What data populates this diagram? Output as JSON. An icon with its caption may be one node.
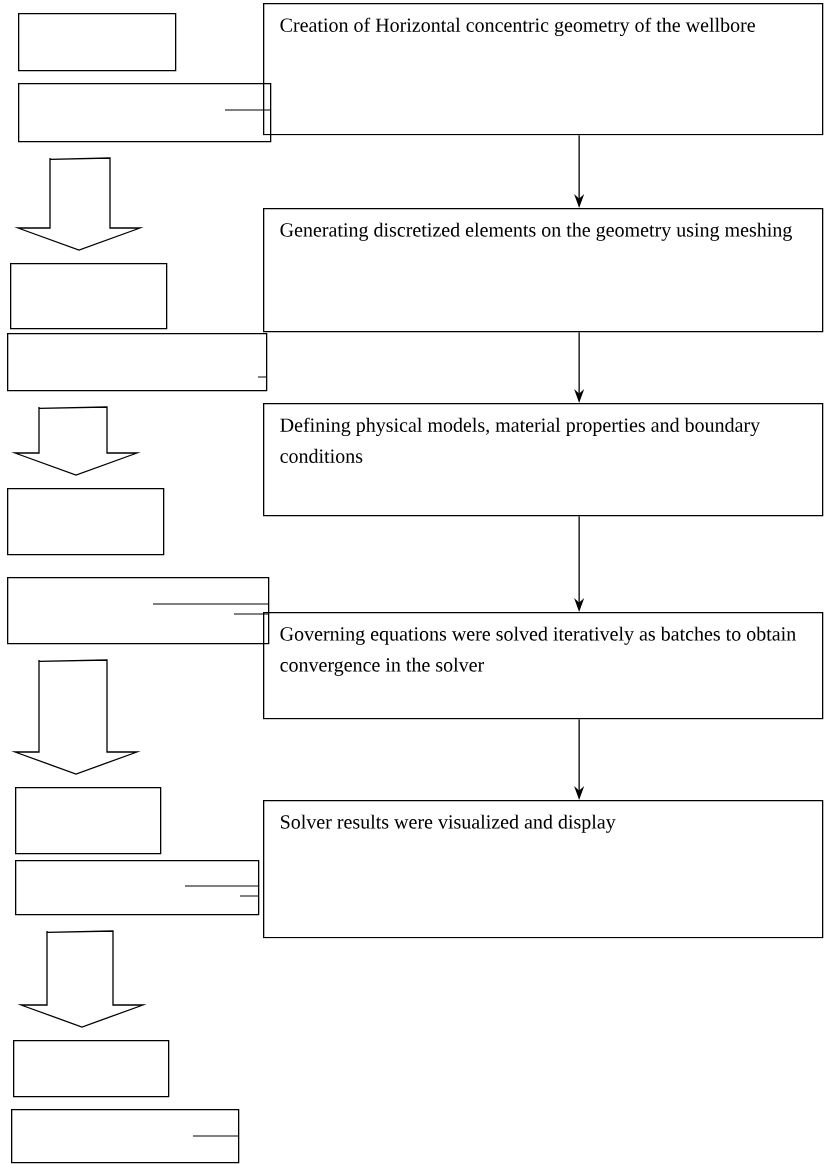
{
  "diagram": {
    "nodes": [
      {
        "text": [
          "Creation of Horizontal concentric geometry of the wellbore"
        ]
      },
      {
        "text": [
          "Generating discretized elements on the geometry using meshing"
        ]
      },
      {
        "text": [
          "Defining physical models, material properties and boundary conditions"
        ]
      },
      {
        "text": [
          "Governing equations were solved iteratively as batches to obtain convergence in the solver"
        ]
      },
      {
        "text": [
          "Solver results were visualized and display"
        ]
      },
      {
        "text": [],
        "shape": "box"
      },
      {
        "text": [],
        "shape": "box"
      },
      {
        "text": [],
        "shape": "box"
      },
      {
        "text": [],
        "shape": "box"
      },
      {
        "text": [],
        "shape": "box"
      },
      {
        "text": [],
        "shape": "box"
      },
      {
        "text": [],
        "shape": "box"
      },
      {
        "text": [],
        "shape": "box"
      },
      {
        "text": [],
        "shape": "box"
      },
      {
        "text": [],
        "shape": "box"
      }
    ],
    "edges": [
      {
        "from": 0,
        "to": 1,
        "arrow": "to"
      },
      {
        "from": 1,
        "to": 2,
        "arrow": "to"
      },
      {
        "from": 2,
        "to": 3,
        "arrow": "to"
      },
      {
        "from": 3,
        "to": 4,
        "arrow": "to"
      },
      {
        "from": 6,
        "to": 7,
        "arrow": "to"
      },
      {
        "from": 8,
        "to": 9,
        "arrow": "to"
      },
      {
        "from": 10,
        "to": 11,
        "arrow": "to"
      },
      {
        "from": 12,
        "to": 13,
        "arrow": "to"
      }
    ]
  }
}
